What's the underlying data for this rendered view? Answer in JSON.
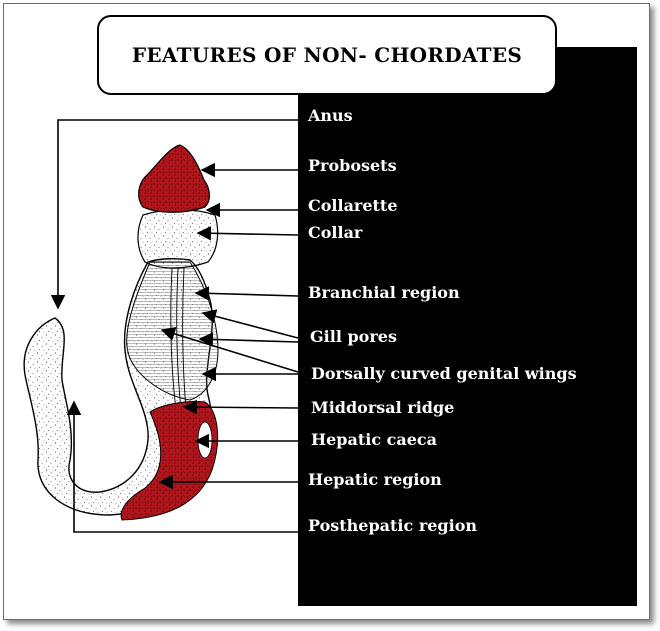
{
  "title": "FEATURES OF NON- CHORDATES",
  "colors": {
    "panel": "#000000",
    "tissue": "#b0161c",
    "label_text": "#ffffff"
  },
  "labels": [
    {
      "id": "anus",
      "text": "Anus"
    },
    {
      "id": "probosets",
      "text": "Probosets"
    },
    {
      "id": "collarette",
      "text": "Collarette"
    },
    {
      "id": "collar",
      "text": "Collar"
    },
    {
      "id": "branchial-region",
      "text": "Branchial region"
    },
    {
      "id": "gill-pores",
      "text": "Gill pores"
    },
    {
      "id": "genital-wings",
      "text": "Dorsally curved genital wings"
    },
    {
      "id": "middorsal-ridge",
      "text": "Middorsal ridge"
    },
    {
      "id": "hepatic-caeca",
      "text": "Hepatic caeca"
    },
    {
      "id": "hepatic-region",
      "text": "Hepatic region"
    },
    {
      "id": "posthepatic-region",
      "text": "Posthepatic region"
    }
  ]
}
